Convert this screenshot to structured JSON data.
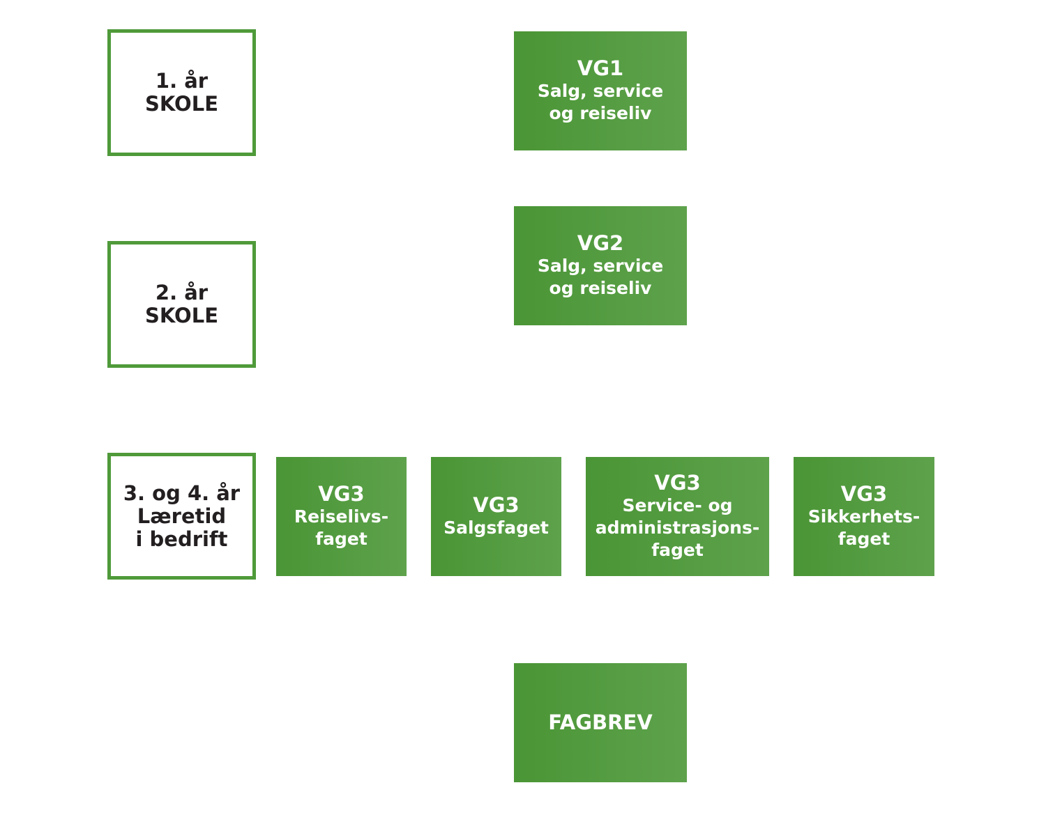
{
  "stages": [
    {
      "lines": [
        "1. år",
        "SKOLE"
      ]
    },
    {
      "lines": [
        "2. år",
        "SKOLE"
      ]
    },
    {
      "lines": [
        "3. og 4. år",
        "Læretid",
        "i bedrift"
      ]
    }
  ],
  "vg1": {
    "title": "VG1",
    "lines": [
      "Salg, service",
      "og reiseliv"
    ]
  },
  "vg2": {
    "title": "VG2",
    "lines": [
      "Salg, service",
      "og reiseliv"
    ]
  },
  "vg3": [
    {
      "title": "VG3",
      "lines": [
        "Reiselivs-",
        "faget"
      ]
    },
    {
      "title": "VG3",
      "lines": [
        "Salgsfaget"
      ]
    },
    {
      "title": "VG3",
      "lines": [
        "Service- og",
        "administrasjons-",
        "faget"
      ]
    },
    {
      "title": "VG3",
      "lines": [
        "Sikkerhets-",
        "faget"
      ]
    }
  ],
  "fagbrev": {
    "label": "FAGBREV"
  },
  "colors": {
    "green": "#4f9a3a",
    "text_dark": "#231f20",
    "text_light": "#ffffff"
  }
}
